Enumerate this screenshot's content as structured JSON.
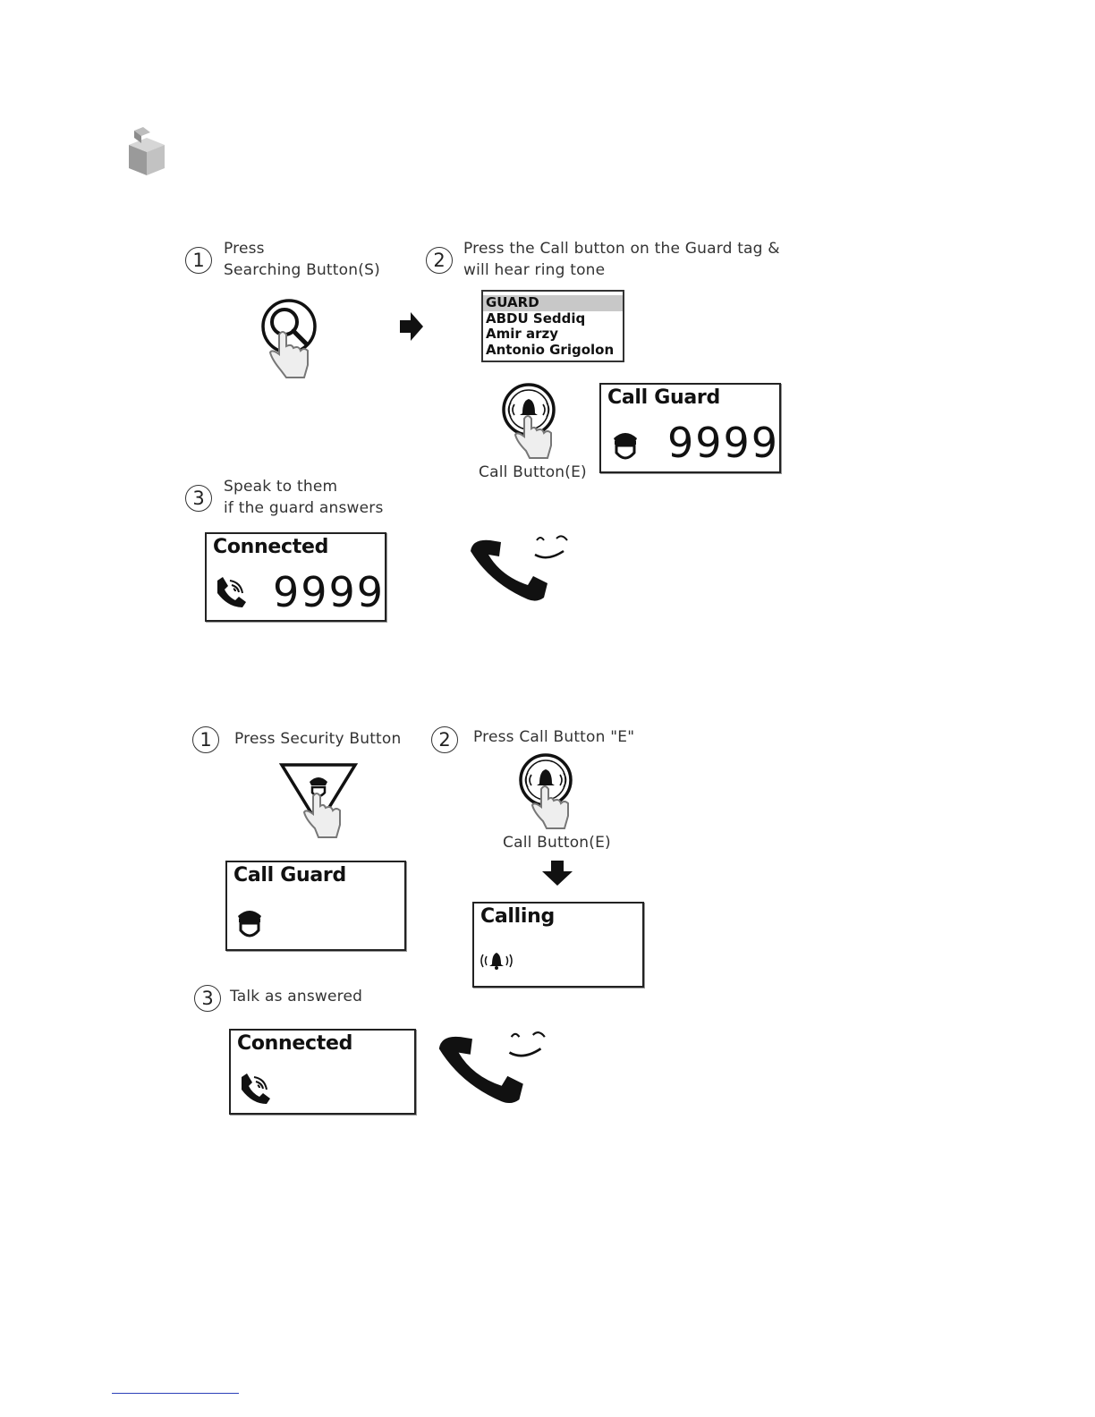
{
  "icons": {
    "cube": "cube-icon",
    "search": "search-button-icon",
    "arrow_right": "arrow-right-icon",
    "arrow_down": "arrow-down-icon",
    "call_button": "call-button-icon",
    "guard": "guard-icon",
    "phone": "phone-icon",
    "handset": "handset-icon",
    "security_button": "security-button-icon",
    "bell": "bell-icon"
  },
  "section1": {
    "step1": {
      "num": "1",
      "line1": "Press",
      "line2": "Searching Button(S)"
    },
    "step2": {
      "num": "2",
      "line1": "Press the Call  button on the Guard tag &",
      "line2": "will hear ring tone"
    },
    "list": [
      "GUARD",
      "ABDU Seddiq",
      "Amir arzy",
      "Antonio Grigolon"
    ],
    "call_button_label": "Call Button(E)",
    "call_guard_screen": {
      "title": "Call Guard",
      "number": "9999"
    },
    "step3": {
      "num": "3",
      "line1": "Speak to them",
      "line2": "if the guard answers"
    },
    "connected_screen": {
      "title": "Connected",
      "number": "9999"
    }
  },
  "section2": {
    "step1": {
      "num": "1",
      "label": "Press Security Button"
    },
    "step2": {
      "num": "2",
      "label": "Press Call  Button \"E\""
    },
    "call_button_label": "Call Button(E)",
    "call_guard_screen": {
      "title": "Call Guard"
    },
    "calling_screen": {
      "title": "Calling"
    },
    "step3": {
      "num": "3",
      "label": "Talk as answered"
    },
    "connected_screen": {
      "title": "Connected"
    }
  },
  "colors": {
    "link_underline": "#2a3fb8",
    "list_highlight": "#c8c8c8"
  }
}
